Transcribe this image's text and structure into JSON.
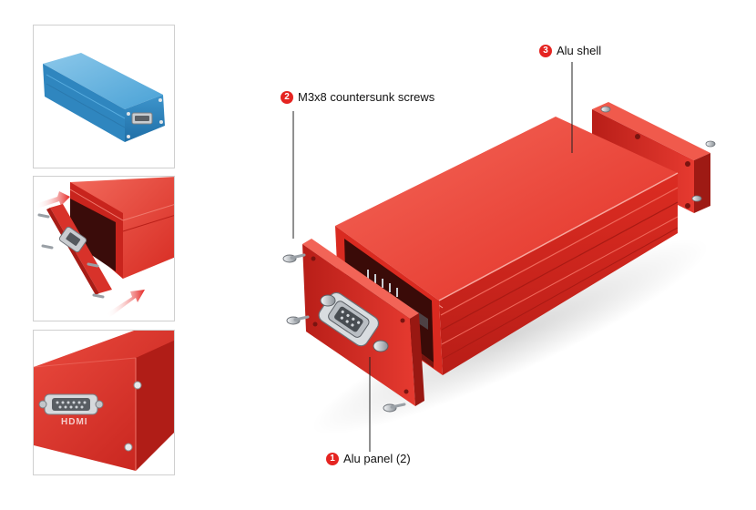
{
  "accent_color": "#e52421",
  "enclosure_color": "#e8352c",
  "thumb_enclosure_color": "#3d9bd1",
  "thumbnails": [
    {
      "icon": "blue-enclosure-image"
    },
    {
      "icon": "assembly-step-image"
    },
    {
      "icon": "red-enclosure-hdmi-image",
      "label": "HDMI"
    }
  ],
  "callouts": [
    {
      "number": "1",
      "text": "Alu panel (2)"
    },
    {
      "number": "2",
      "text": "M3x8 countersunk screws"
    },
    {
      "number": "3",
      "text": "Alu shell"
    }
  ]
}
